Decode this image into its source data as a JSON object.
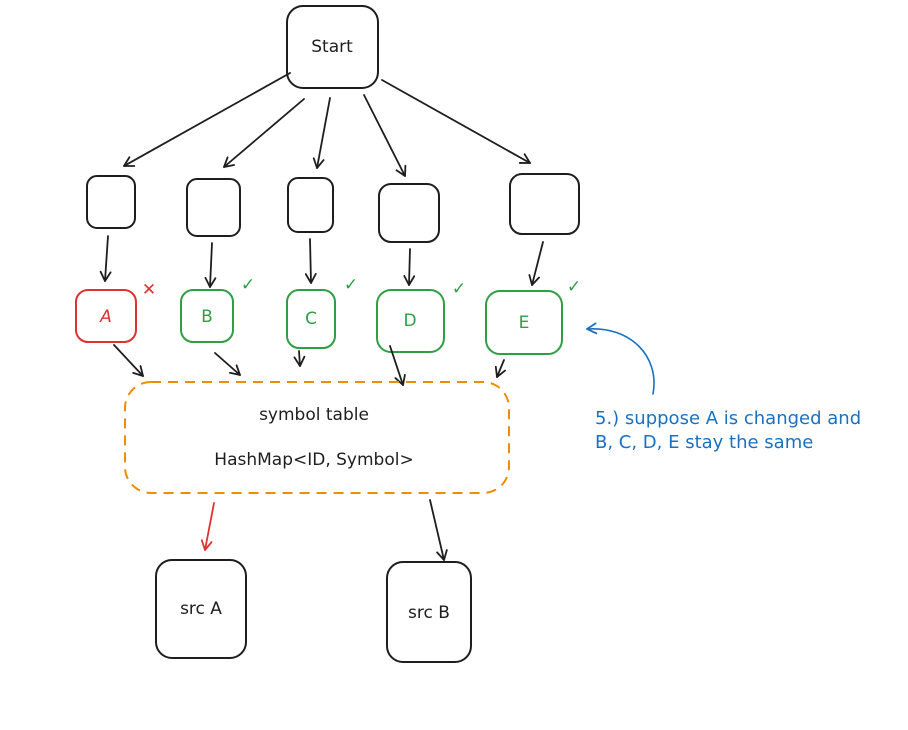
{
  "colors": {
    "ink": "#1e1e1e",
    "error_red": "#e03131",
    "ok_green": "#2f9e44",
    "table_orange": "#f08c00",
    "note_blue": "#1971c2"
  },
  "start_node": {
    "label": "Start"
  },
  "modules": [
    {
      "label": "A",
      "status": "changed",
      "mark": "✕"
    },
    {
      "label": "B",
      "status": "unchanged",
      "mark": "✓"
    },
    {
      "label": "C",
      "status": "unchanged",
      "mark": "✓"
    },
    {
      "label": "D",
      "status": "unchanged",
      "mark": "✓"
    },
    {
      "label": "E",
      "status": "unchanged",
      "mark": "✓"
    }
  ],
  "symbol_table": {
    "title": "symbol table",
    "type_label": "HashMap<ID, Symbol>"
  },
  "outputs": [
    {
      "label": "src A"
    },
    {
      "label": "src B"
    }
  ],
  "annotation": {
    "line1": "5.) suppose A is changed and",
    "line2": "B, C, D, E stay the same"
  }
}
